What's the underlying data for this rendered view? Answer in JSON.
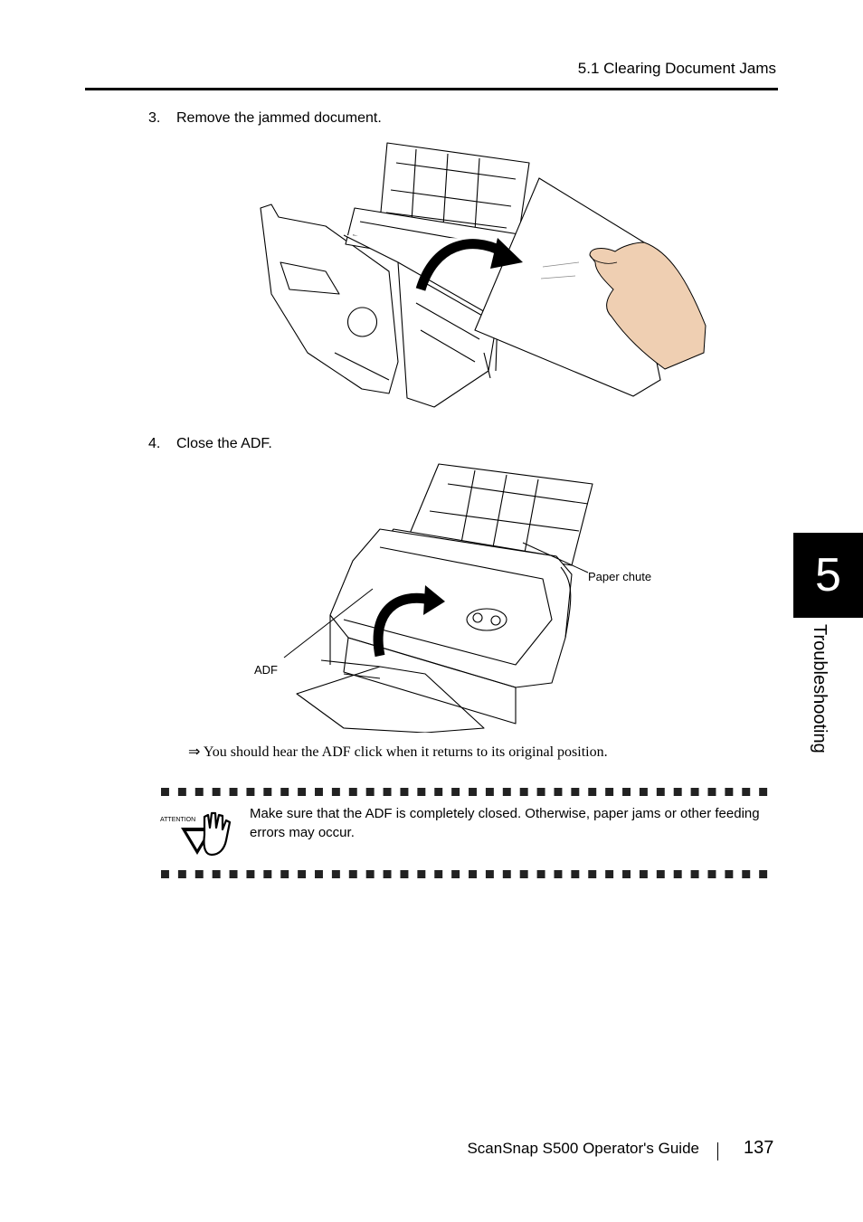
{
  "header": {
    "section_title": "5.1 Clearing Document Jams"
  },
  "steps": [
    {
      "number": "3.",
      "text": "Remove the jammed document."
    },
    {
      "number": "4.",
      "text": "Close the ADF."
    }
  ],
  "figure2": {
    "callout_paper_chute": "Paper chute",
    "callout_adf": "ADF"
  },
  "result_text": "⇒ You should hear the ADF click when it returns to its original position.",
  "attention": {
    "icon_label": "ATTENTION",
    "text": "Make sure that the ADF is completely closed. Otherwise, paper jams or other feeding errors may occur."
  },
  "chapter_tab": {
    "number": "5",
    "label": "Troubleshooting"
  },
  "footer": {
    "guide_title": "ScanSnap S500  Operator's Guide",
    "page_number": "137"
  }
}
